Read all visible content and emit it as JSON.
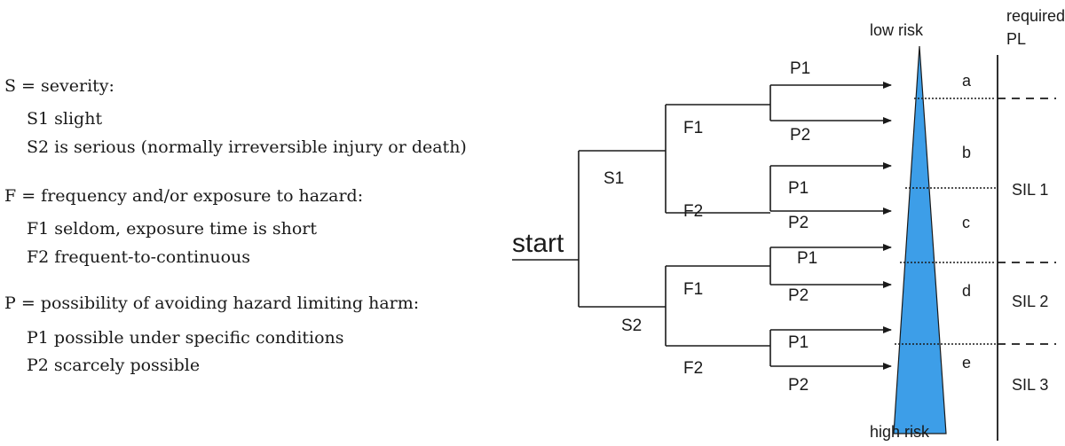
{
  "legend": {
    "s_head": "S = severity:",
    "s1": "S1 slight",
    "s2": "S2 is serious (normally irreversible injury or death)",
    "f_head": "F = frequency and/or exposure to hazard:",
    "f1": "F1 seldom, exposure time is short",
    "f2": "F2 frequent-to-continuous",
    "p_head": "P = possibility of avoiding hazard limiting harm:",
    "p1": "P1 possible under specific conditions",
    "p2": "P2 scarcely possible"
  },
  "diagram": {
    "start": "start",
    "s1": "S1",
    "s2": "S2",
    "f1_upper": "F1",
    "f2_upper": "F2",
    "f1_lower": "F1",
    "f2_lower": "F2",
    "p_labels": [
      {
        "top": "P1",
        "bottom": "P2"
      },
      {
        "top": "P1",
        "bottom": "P2"
      },
      {
        "top": "P1",
        "bottom": "P2"
      },
      {
        "top": "P1",
        "bottom": "P2"
      }
    ],
    "low_risk": "low risk",
    "high_risk": "high risk",
    "required_pl": [
      "required",
      "PL"
    ],
    "pl_levels": [
      "a",
      "b",
      "c",
      "d",
      "e"
    ],
    "sil_levels": [
      "SIL 1",
      "SIL 2",
      "SIL 3"
    ],
    "triangle_color": "#3d9ee8"
  }
}
